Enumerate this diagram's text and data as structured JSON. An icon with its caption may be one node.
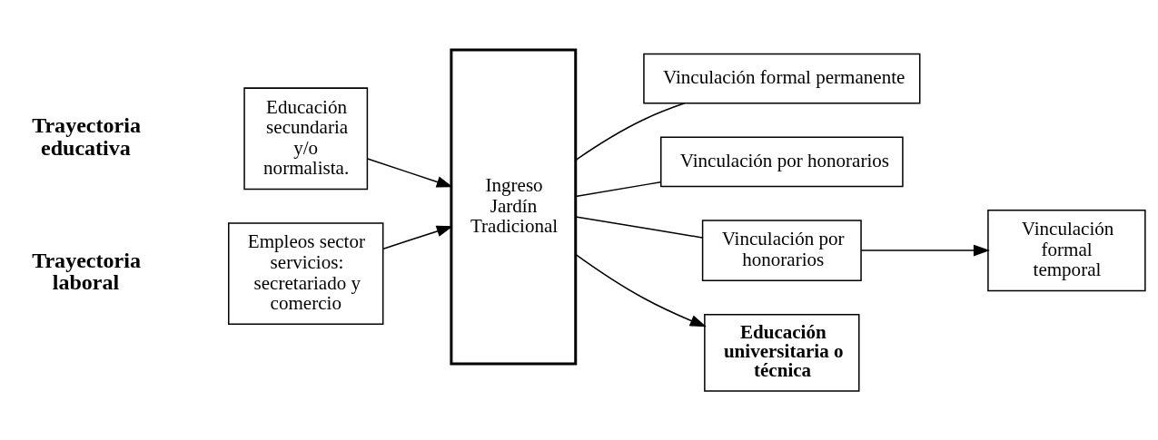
{
  "diagram": {
    "nodes": [
      {
        "text": [
          "Empleos sector servicios: secretariado y comercio"
        ]
      },
      {
        "text": [
          "Educación secundaria y/o normalista."
        ]
      },
      {
        "text": [
          "Ingreso Jardín Tradicional"
        ]
      },
      {
        "text": [
          "Vinculación formal permanente"
        ]
      },
      {
        "text": [
          "Vinculación por honorarios"
        ]
      },
      {
        "text": [
          "Vinculación por honorarios"
        ]
      },
      {
        "text": [
          "Vinculación formal temporal"
        ]
      },
      {
        "text": [
          "Educación universitaria o técnica"
        ]
      }
    ],
    "edges": [
      {
        "from": 0,
        "to": 2,
        "arrow": "to"
      },
      {
        "from": 1,
        "to": 2,
        "arrow": "to"
      },
      {
        "from": 2,
        "to": 3,
        "arrow": "none"
      },
      {
        "from": 2,
        "to": 4,
        "arrow": "none"
      },
      {
        "from": 2,
        "to": 5,
        "arrow": "none"
      },
      {
        "from": 5,
        "to": 6,
        "arrow": "to"
      },
      {
        "from": 2,
        "to": 7,
        "arrow": "to"
      }
    ],
    "labels": [
      "Trayectoria laboral",
      "Trayectoria educativa"
    ]
  }
}
